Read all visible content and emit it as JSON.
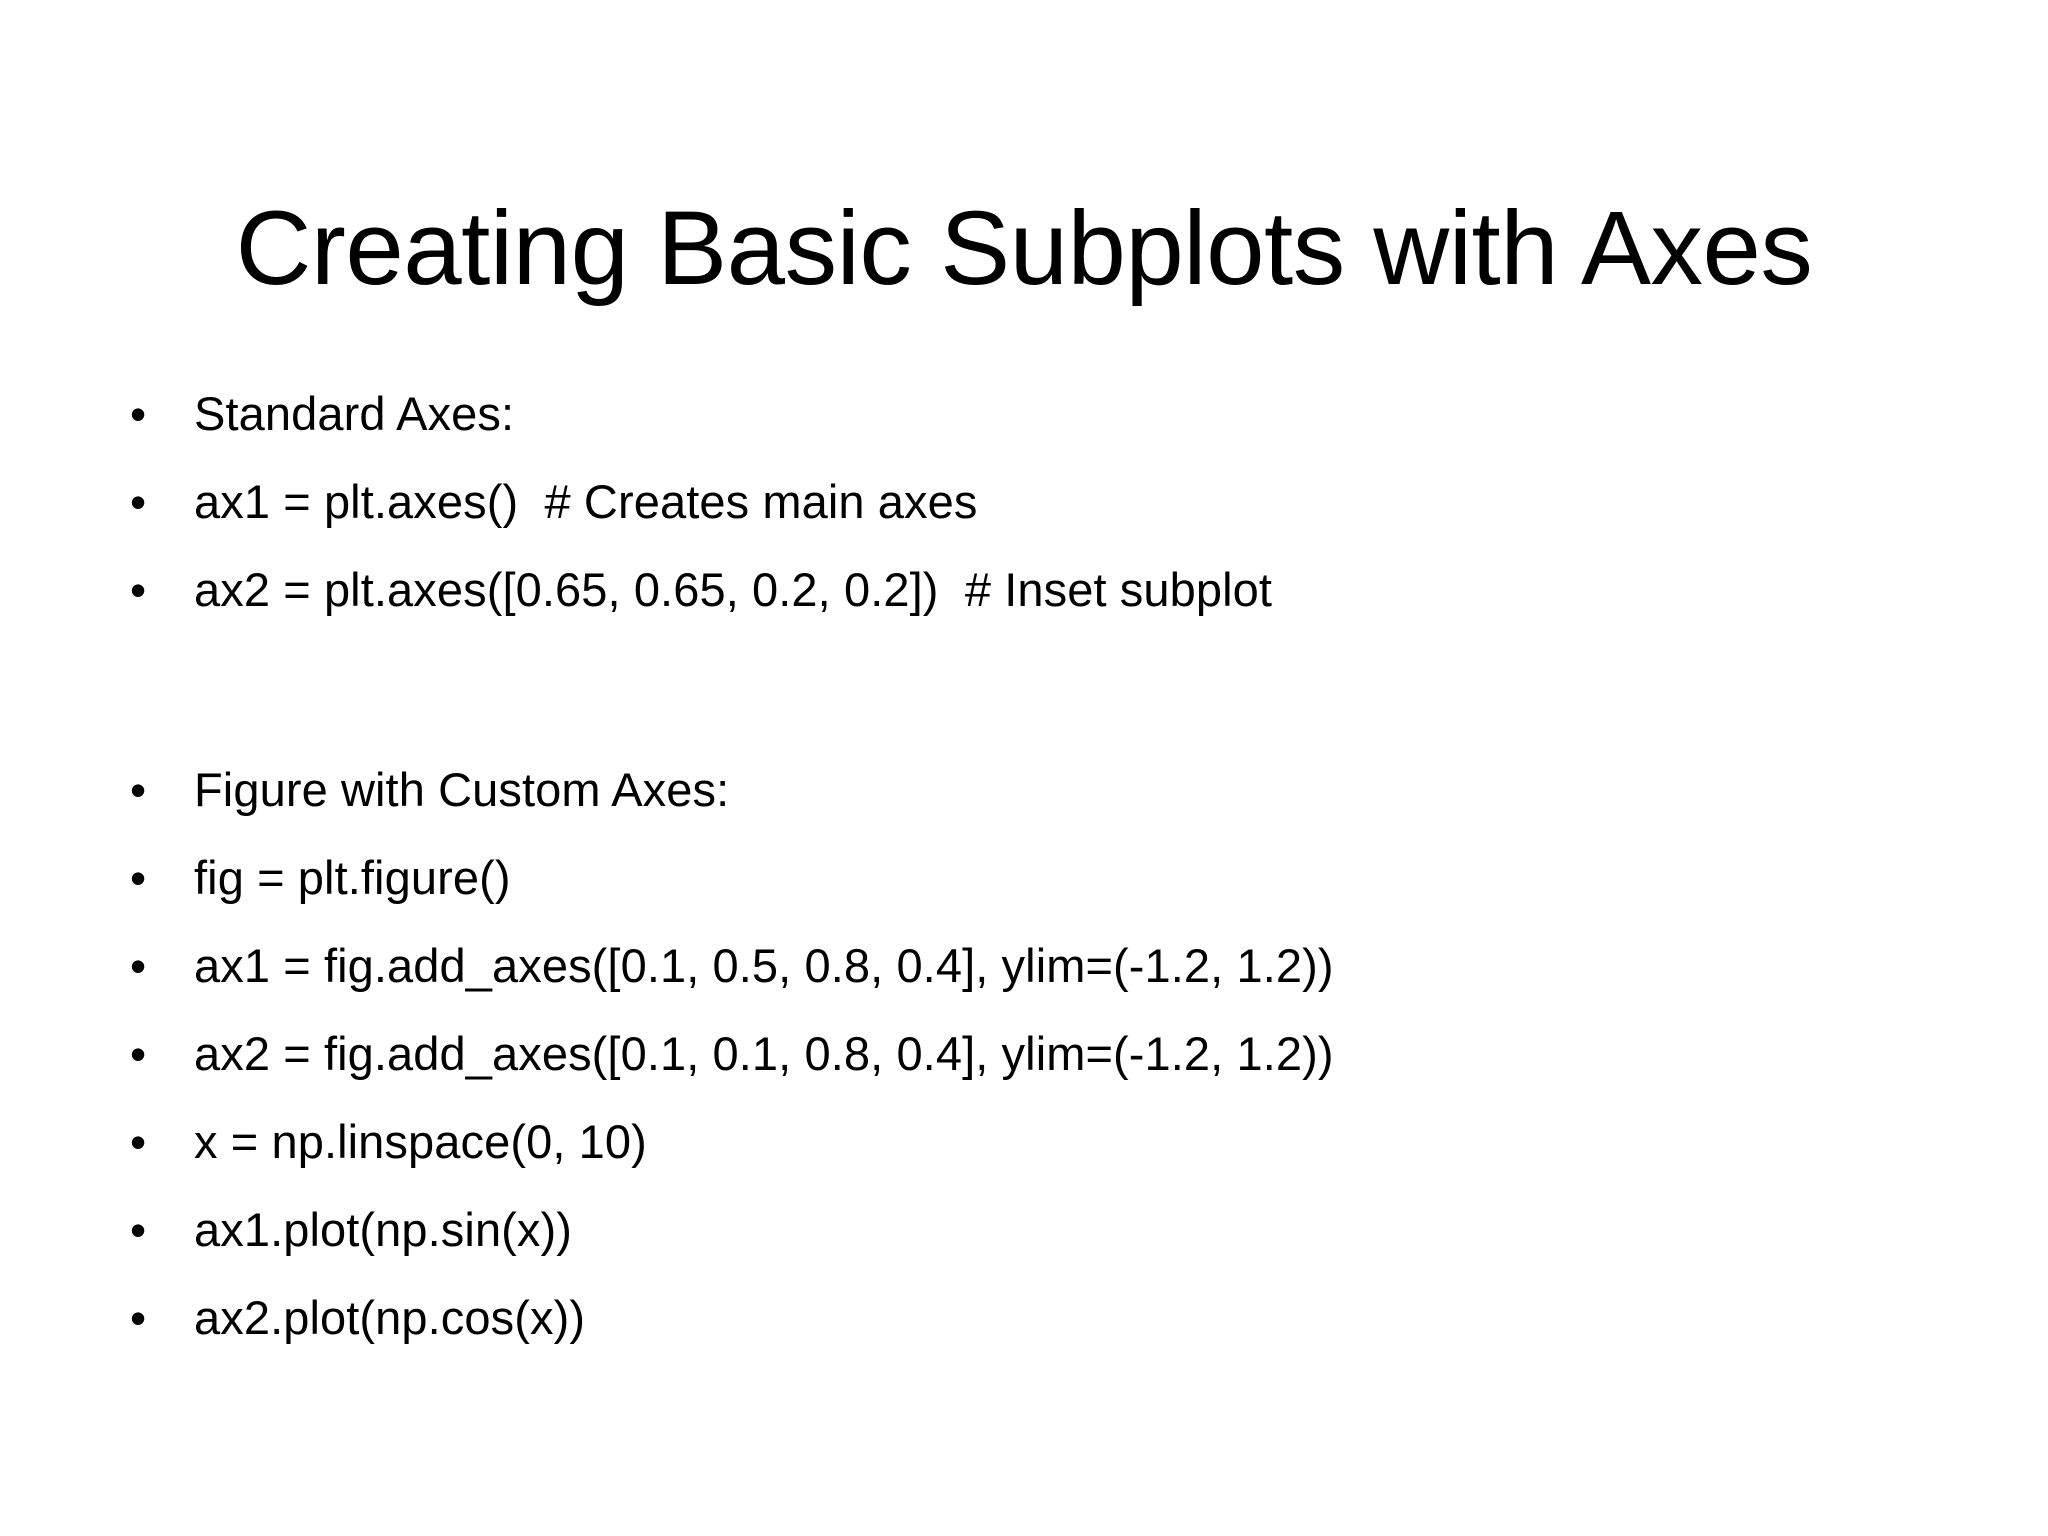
{
  "slide": {
    "background_color": "#ffffff",
    "text_color": "#000000",
    "title": "Creating Basic Subplots with Axes",
    "bullet_marker": "•",
    "bullets": [
      {
        "text": "Standard Axes:",
        "spacer": false
      },
      {
        "text": "ax1 = plt.axes()  # Creates main axes",
        "spacer": false
      },
      {
        "text": "ax2 = plt.axes([0.65, 0.65, 0.2, 0.2])  # Inset subplot",
        "spacer": false
      },
      {
        "text": "",
        "spacer": true
      },
      {
        "text": "Figure with Custom Axes:",
        "spacer": false
      },
      {
        "text": "fig = plt.figure()",
        "spacer": false
      },
      {
        "text": "ax1 = fig.add_axes([0.1, 0.5, 0.8, 0.4], ylim=(-1.2, 1.2))",
        "spacer": false
      },
      {
        "text": "ax2 = fig.add_axes([0.1, 0.1, 0.8, 0.4], ylim=(-1.2, 1.2))",
        "spacer": false
      },
      {
        "text": "x = np.linspace(0, 10)",
        "spacer": false
      },
      {
        "text": "ax1.plot(np.sin(x))",
        "spacer": false
      },
      {
        "text": "ax2.plot(np.cos(x))",
        "spacer": false
      }
    ]
  }
}
